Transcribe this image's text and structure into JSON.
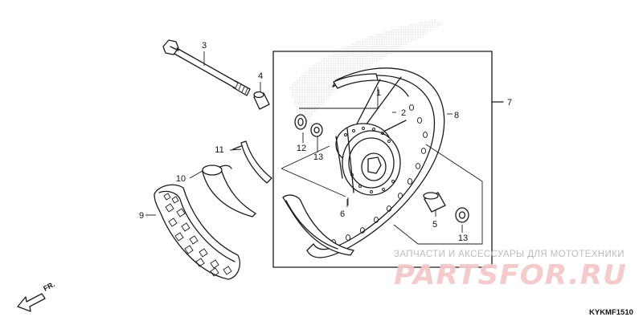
{
  "diagram": {
    "callouts": [
      {
        "id": "1",
        "label": "1"
      },
      {
        "id": "2",
        "label": "2"
      },
      {
        "id": "3",
        "label": "3"
      },
      {
        "id": "4",
        "label": "4"
      },
      {
        "id": "5",
        "label": "5"
      },
      {
        "id": "6",
        "label": "6"
      },
      {
        "id": "7",
        "label": "7"
      },
      {
        "id": "8",
        "label": "8"
      },
      {
        "id": "9",
        "label": "9"
      },
      {
        "id": "10",
        "label": "10"
      },
      {
        "id": "11",
        "label": "11"
      },
      {
        "id": "12",
        "label": "12"
      },
      {
        "id": "13a",
        "label": "13"
      },
      {
        "id": "13b",
        "label": "13"
      }
    ],
    "diagram_code": "KYKMF1510",
    "direction_label": "FR."
  },
  "watermark": {
    "tagline": "ЗАПЧАСТИ И АКСЕССУАРЫ ДЛЯ МОТОТЕХНИКИ",
    "brand": "PARTSFOR.RU"
  },
  "colors": {
    "line": "#1a1a1a",
    "watermark_grey": "#b8b8b8",
    "watermark_pink": "#f4c8c8"
  }
}
